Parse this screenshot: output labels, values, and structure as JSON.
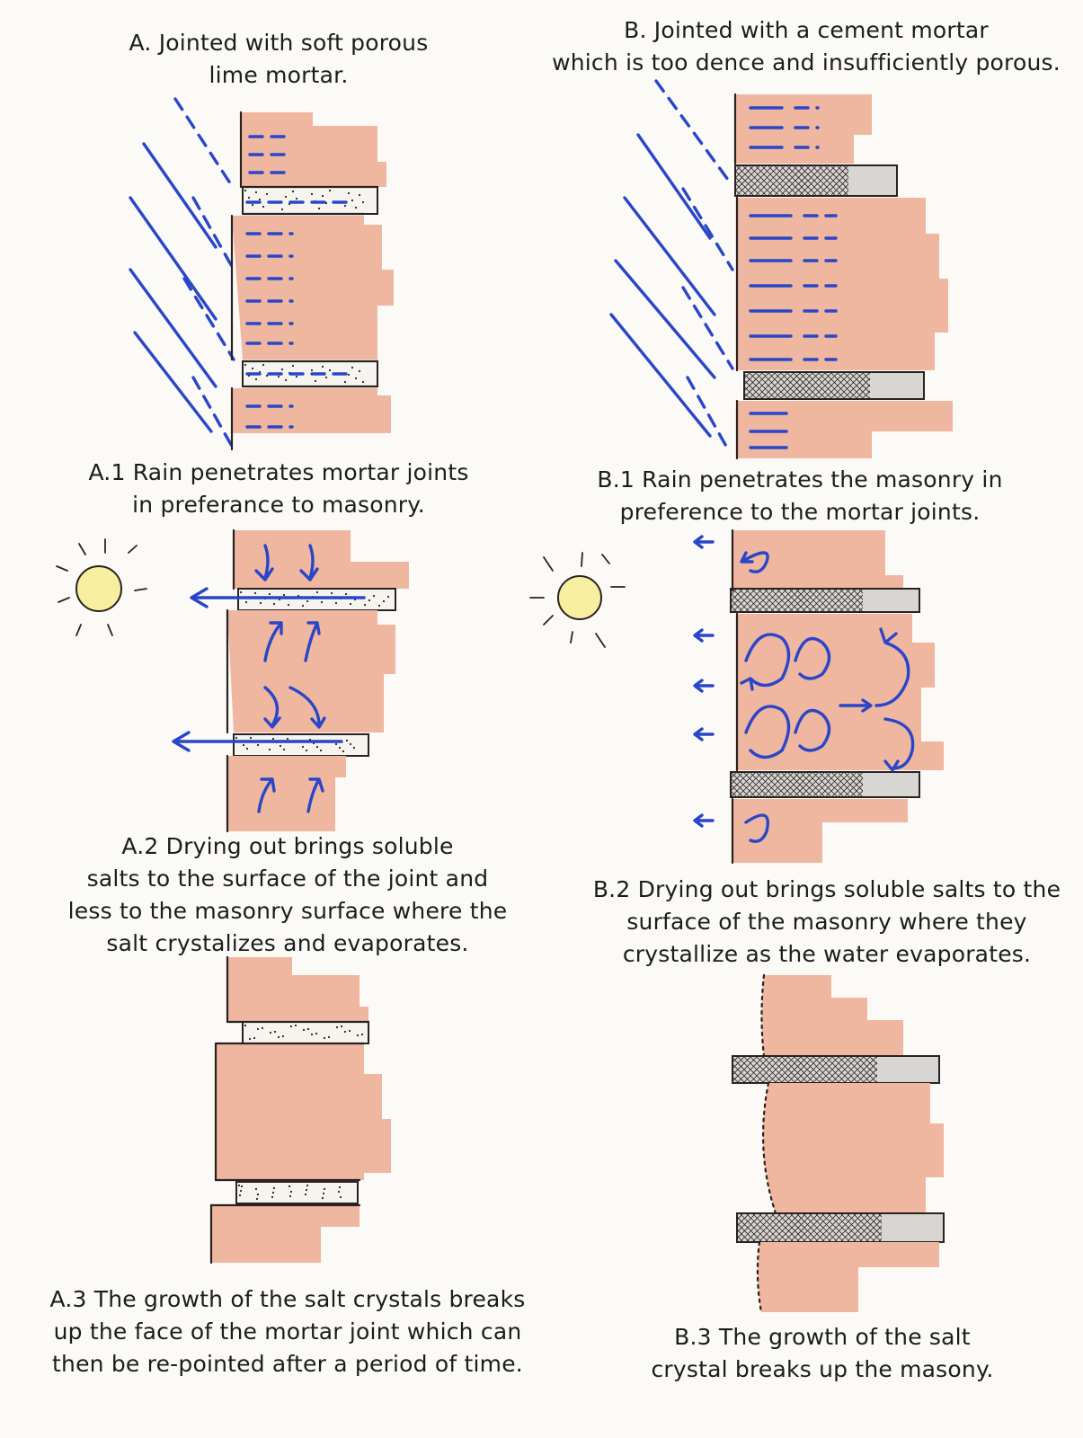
{
  "colors": {
    "stone": "#efb7a0",
    "water": "#2a46c8",
    "sun": "#f8eea0",
    "ink": "#2a2220"
  },
  "captions": {
    "a_title": [
      "A. Jointed with soft porous",
      "lime mortar."
    ],
    "b_title": [
      "B. Jointed with a cement mortar",
      "which is too dence and insufficiently porous."
    ],
    "a1": [
      "A.1 Rain penetrates mortar joints",
      "in preferance to masonry."
    ],
    "b1": [
      "B.1 Rain penetrates the masonry in",
      "preference to the mortar joints."
    ],
    "a2": [
      "A.2 Drying out  brings soluble",
      "salts to the surface of the joint and",
      "less to the masonry surface where the",
      "salt crystalizes and evaporates."
    ],
    "b2": [
      "B.2 Drying out  brings soluble salts to the",
      "surface of the masonry where they",
      "crystallize as the water evaporates."
    ],
    "a3": [
      "A.3 The growth of the salt crystals breaks",
      "up the face of the mortar joint which can",
      "then be re-pointed after a period of time."
    ],
    "b3": [
      "B.3 The growth of the salt",
      "crystal breaks up the masony."
    ]
  },
  "icons": [
    "rain-streaks-icon",
    "sun-icon",
    "water-flow-arrow-icon"
  ]
}
